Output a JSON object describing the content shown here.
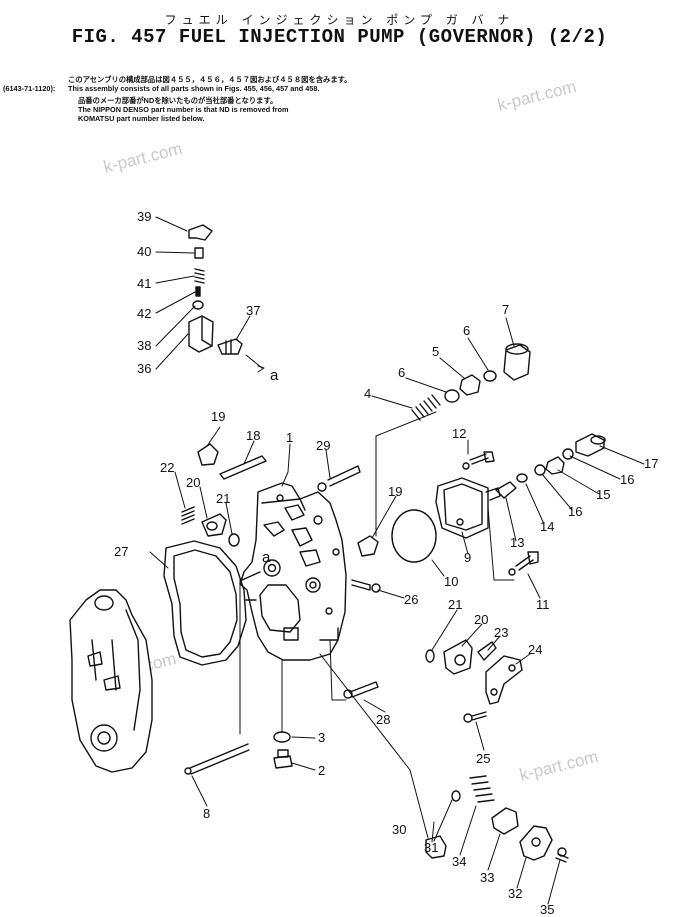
{
  "header": {
    "jp_title": "フュエル インジェクション ポンプ ガ バ ナ",
    "fig_title": "FIG. 457  FUEL INJECTION PUMP (GOVERNOR) (2/2)"
  },
  "notes": {
    "jp_line1": "このアセンブリの構成部品は図４５５，４５６，４５７図および４５８図を含みます。",
    "assembly_no": "(6143-71-1120):",
    "line2": "This assembly consists of all parts shown in Figs. 455, 456, 457 and 458.",
    "jp_line3": "品番のメーカ部番がNDを除いたものが当社部番となります。",
    "line4": "The NIPPON DENSO part number is that ND is removed from",
    "line5": "KOMATSU part number listed below."
  },
  "watermarks": [
    "k-part.com",
    "k-part.com",
    "k-part.com",
    "k-part.com"
  ],
  "callouts": [
    {
      "id": "39",
      "label": "39"
    },
    {
      "id": "40",
      "label": "40"
    },
    {
      "id": "41",
      "label": "41"
    },
    {
      "id": "42",
      "label": "42"
    },
    {
      "id": "38",
      "label": "38"
    },
    {
      "id": "36",
      "label": "36"
    },
    {
      "id": "37",
      "label": "37"
    },
    {
      "id": "a_top",
      "label": "a"
    },
    {
      "id": "7",
      "label": "7"
    },
    {
      "id": "6a",
      "label": "6"
    },
    {
      "id": "5",
      "label": "5"
    },
    {
      "id": "6b",
      "label": "6"
    },
    {
      "id": "4",
      "label": "4"
    },
    {
      "id": "19a",
      "label": "19"
    },
    {
      "id": "18",
      "label": "18"
    },
    {
      "id": "1",
      "label": "1"
    },
    {
      "id": "29",
      "label": "29"
    },
    {
      "id": "12",
      "label": "12"
    },
    {
      "id": "17",
      "label": "17"
    },
    {
      "id": "16a",
      "label": "16"
    },
    {
      "id": "15",
      "label": "15"
    },
    {
      "id": "16b",
      "label": "16"
    },
    {
      "id": "14",
      "label": "14"
    },
    {
      "id": "13",
      "label": "13"
    },
    {
      "id": "22",
      "label": "22"
    },
    {
      "id": "20a",
      "label": "20"
    },
    {
      "id": "21a",
      "label": "21"
    },
    {
      "id": "19b",
      "label": "19"
    },
    {
      "id": "9",
      "label": "9"
    },
    {
      "id": "10",
      "label": "10"
    },
    {
      "id": "11",
      "label": "11"
    },
    {
      "id": "27",
      "label": "27"
    },
    {
      "id": "a_mid",
      "label": "a"
    },
    {
      "id": "26",
      "label": "26"
    },
    {
      "id": "21b",
      "label": "21"
    },
    {
      "id": "20b",
      "label": "20"
    },
    {
      "id": "23",
      "label": "23"
    },
    {
      "id": "24",
      "label": "24"
    },
    {
      "id": "28",
      "label": "28"
    },
    {
      "id": "3",
      "label": "3"
    },
    {
      "id": "2",
      "label": "2"
    },
    {
      "id": "25",
      "label": "25"
    },
    {
      "id": "8",
      "label": "8"
    },
    {
      "id": "30",
      "label": "30"
    },
    {
      "id": "31",
      "label": "31"
    },
    {
      "id": "34",
      "label": "34"
    },
    {
      "id": "33",
      "label": "33"
    },
    {
      "id": "32",
      "label": "32"
    },
    {
      "id": "35",
      "label": "35"
    }
  ]
}
